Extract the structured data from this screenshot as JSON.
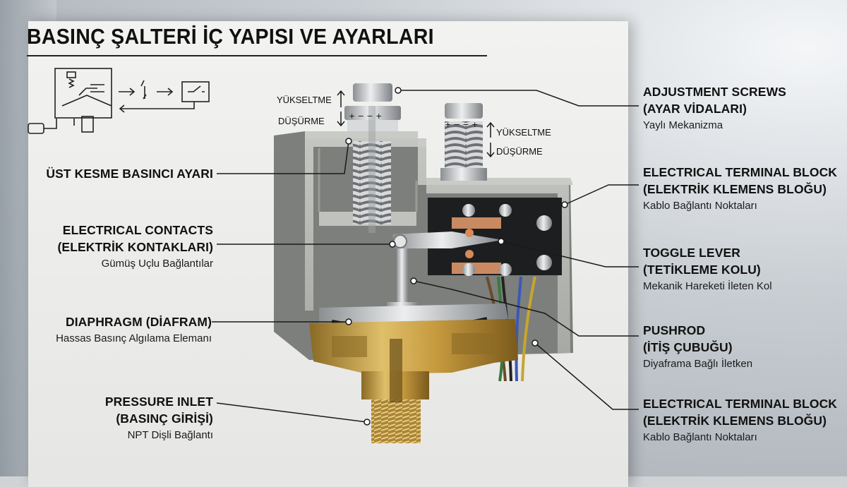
{
  "title": "BASINÇ ŞALTERİ İÇ YAPISI VE AYARLARI",
  "left_labels": {
    "ust_kesme": {
      "title": "ÜST KESME BASINCI AYARI"
    },
    "contacts": {
      "title1": "ELECTRICAL CONTACTS",
      "title2": "(ELEKTRİK KONTAKLARI)",
      "sub": "Gümüş Uçlu Bağlantılar"
    },
    "diaphragm": {
      "title1": "DIAPHRAGM (DİAFRAM)",
      "sub": "Hassas Basınç Algılama Elemanı"
    },
    "inlet": {
      "title1": "PRESSURE INLET",
      "title2": "(BASINÇ GİRİŞİ)",
      "sub": "NPT Dişli Bağlantı"
    }
  },
  "right_labels": {
    "screws": {
      "title1": "ADJUSTMENT SCREWS",
      "title2": "(AYAR VİDALARI)",
      "sub": "Yaylı Mekanizma"
    },
    "terminal_top": {
      "title1": "ELECTRICAL TERMINAL BLOCK",
      "title2": "(ELEKTRİK KLEMENS BLOĞU)",
      "sub": "Kablo Bağlantı Noktaları"
    },
    "toggle": {
      "title1": "TOGGLE LEVER",
      "title2": "(TETİKLEME KOLU)",
      "sub": "Mekanik Hareketi İleten Kol"
    },
    "pushrod": {
      "title1": "PUSHROD",
      "title2": "(İTİŞ ÇUBUĞU)",
      "sub": "Diyaframa Bağlı İletken"
    },
    "terminal_bottom": {
      "title1": "ELECTRICAL TERMINAL BLOCK",
      "title2": "(ELEKTRİK KLEMENS BLOĞU)",
      "sub": "Kablo Bağlantı Noktaları"
    }
  },
  "adjust": {
    "left_up": "YÜKSELTME",
    "left_down": "DÜŞÜRME",
    "right_up": "YÜKSELTME",
    "right_down": "DÜŞÜRME",
    "scale_marks": "+ − − +"
  },
  "colors": {
    "housing": "#a9aca6",
    "brass": "#c9a24a",
    "spring": "#b8b8b8",
    "copper": "#c87a4e",
    "leader": "#1a1a1a"
  }
}
